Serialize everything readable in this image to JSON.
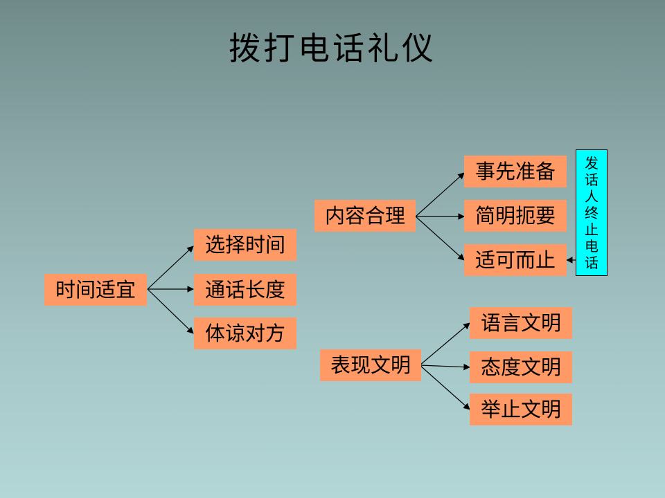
{
  "title": "拨打电话礼仪",
  "groups": {
    "time": {
      "root": "时间适宜",
      "children": [
        "选择时间",
        "通话长度",
        "体谅对方"
      ]
    },
    "content": {
      "root": "内容合理",
      "children": [
        "事先准备",
        "简明扼要",
        "适可而止"
      ]
    },
    "manner": {
      "root": "表现文明",
      "children": [
        "语言文明",
        "态度文明",
        "举止文明"
      ]
    }
  },
  "side_note": [
    "发",
    "话",
    "人",
    "终",
    "止",
    "电",
    "话"
  ],
  "colors": {
    "node_fill": "#ff9966",
    "note_fill": "#00ffff",
    "line": "#000000"
  }
}
